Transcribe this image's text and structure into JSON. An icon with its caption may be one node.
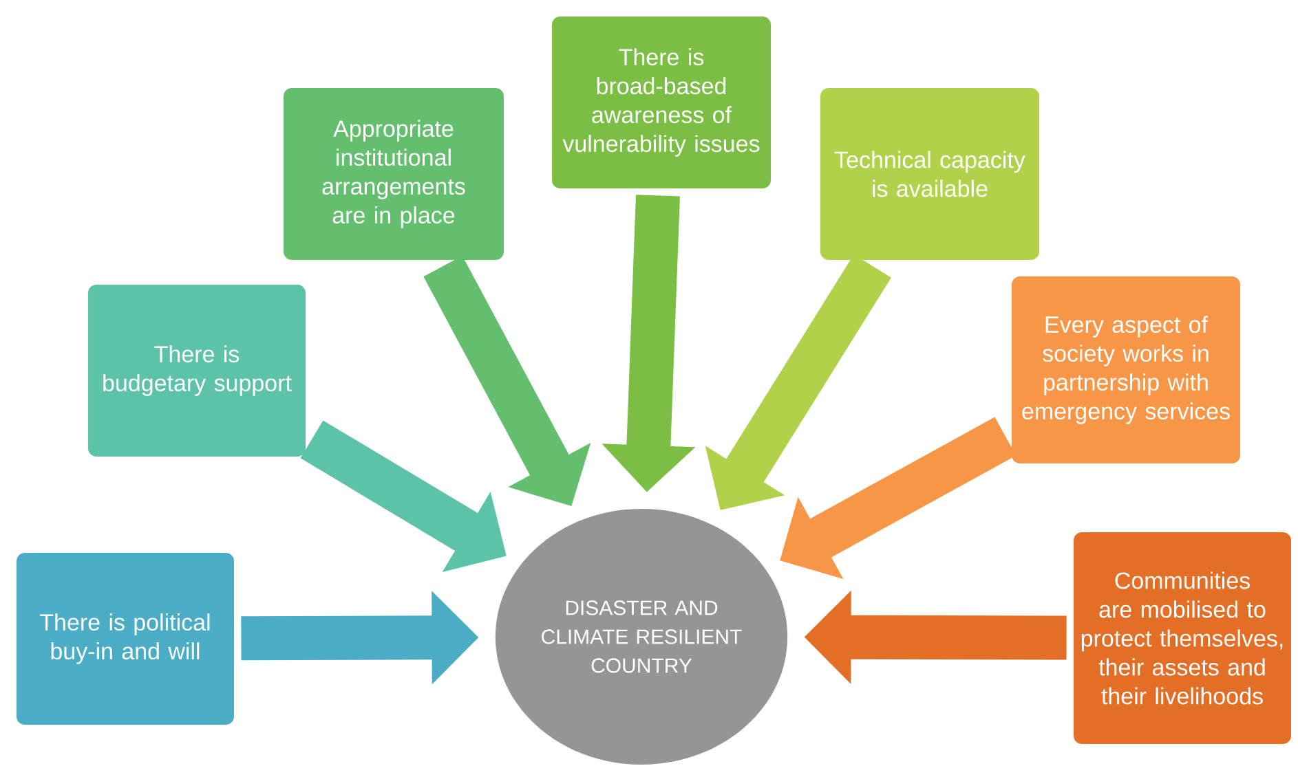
{
  "diagram": {
    "nodes": [
      {
        "text": [
          "DISASTER AND CLIMATE RESILIENT COUNTRY"
        ]
      },
      {
        "text": [
          "There is political buy-in and will"
        ]
      },
      {
        "text": [
          "There is budgetary support"
        ]
      },
      {
        "text": [
          "Appropriate institutional arrangements are in place"
        ]
      },
      {
        "text": [
          "There is broad-based awareness of vulnerability issues"
        ]
      },
      {
        "text": [
          "Technical capacity is available"
        ]
      },
      {
        "text": [
          "Every aspect of society works in partnership with emergency services"
        ]
      },
      {
        "text": [
          "Communities are mobilised to protect themselves, their assets and their livelihoods"
        ]
      }
    ],
    "edges": [
      {
        "from": 1,
        "to": 0,
        "arrow": "to",
        "color": "#4bacc6"
      },
      {
        "from": 2,
        "to": 0,
        "arrow": "to",
        "color": "#5cc3a9"
      },
      {
        "from": 3,
        "to": 0,
        "arrow": "to",
        "color": "#63be6e"
      },
      {
        "from": 4,
        "to": 0,
        "arrow": "to",
        "color": "#7abf43"
      },
      {
        "from": 5,
        "to": 0,
        "arrow": "to",
        "color": "#b1d14b"
      },
      {
        "from": 6,
        "to": 0,
        "arrow": "to",
        "color": "#f79646"
      },
      {
        "from": 7,
        "to": 0,
        "arrow": "to",
        "color": "#e36f26"
      }
    ]
  }
}
